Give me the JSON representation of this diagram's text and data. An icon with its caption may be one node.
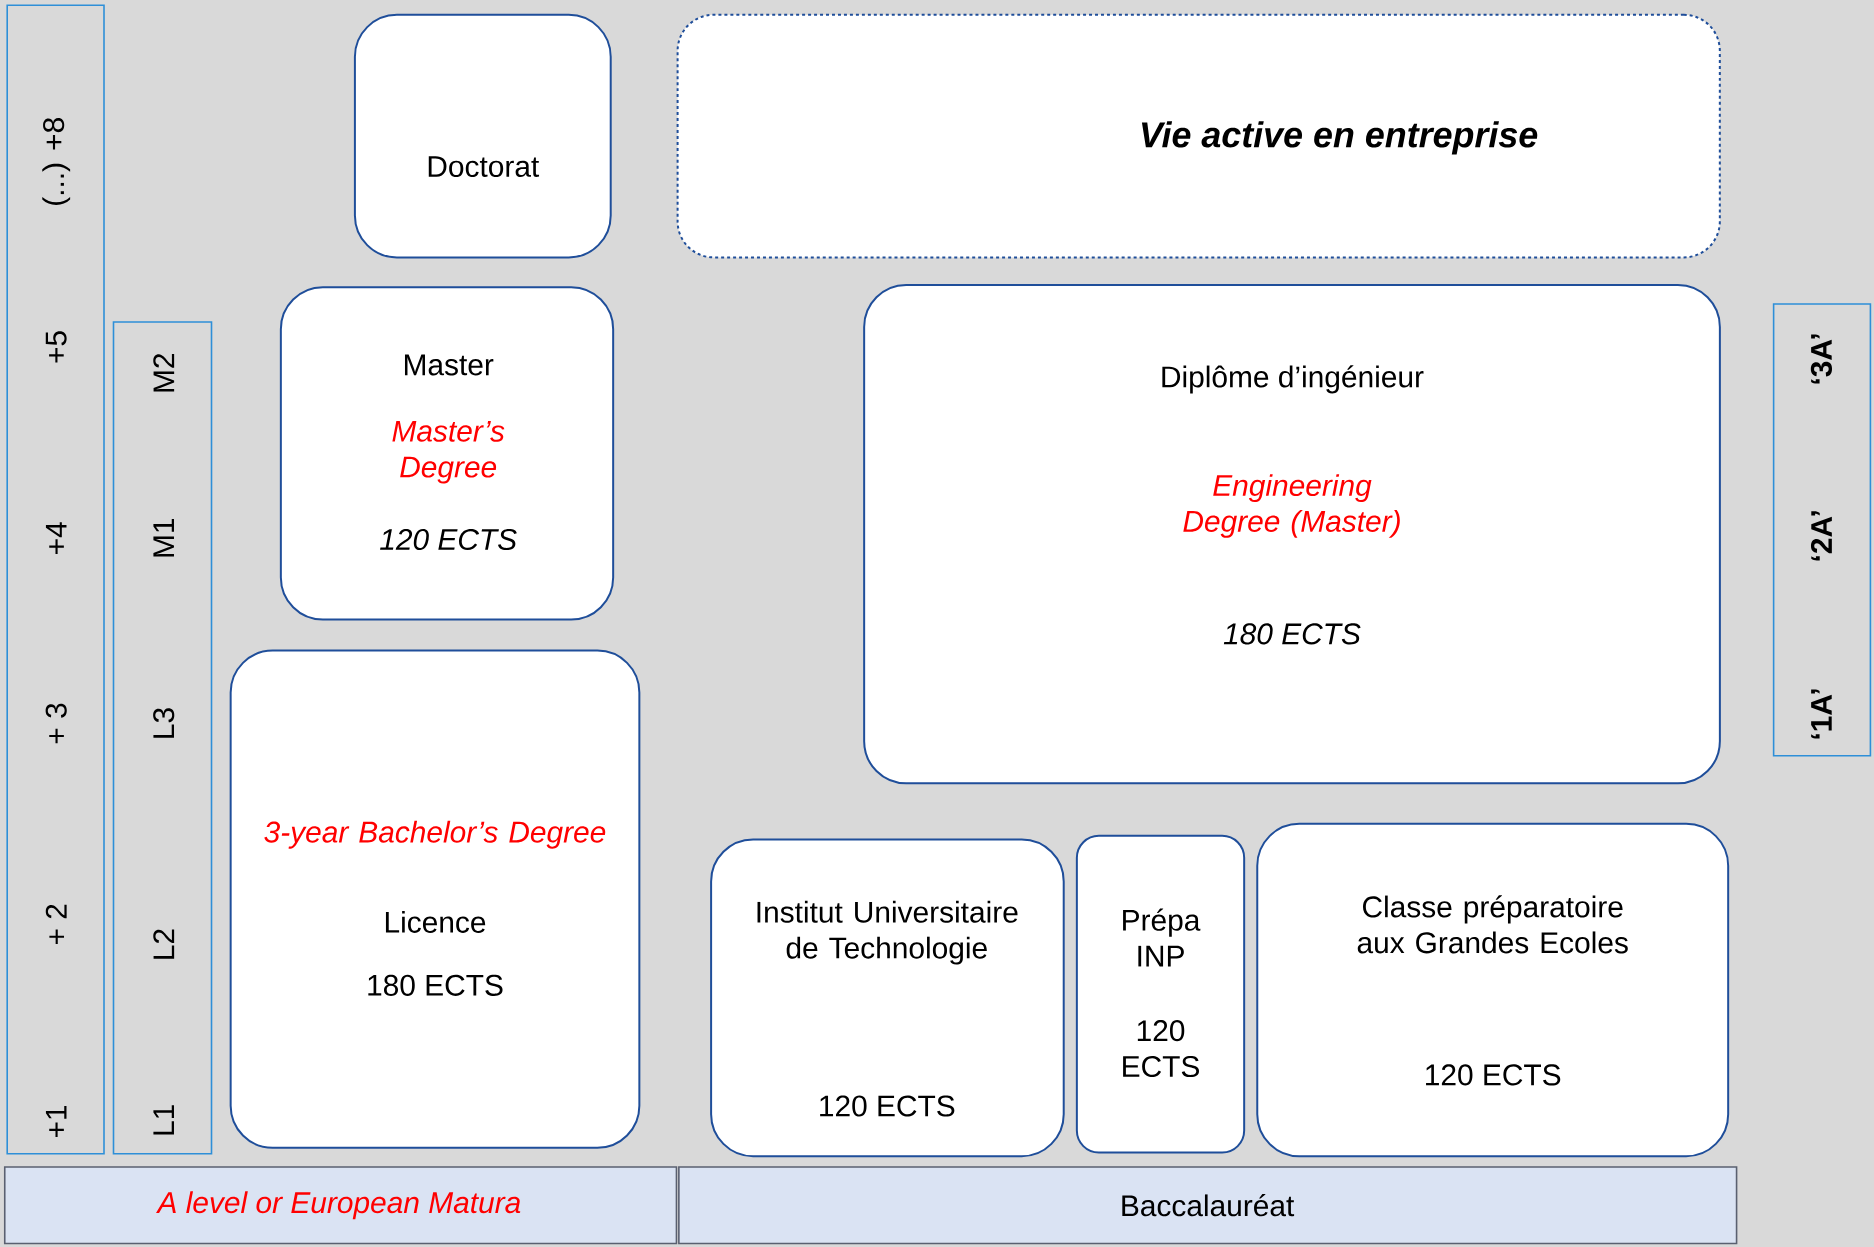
{
  "diagram": {
    "nodes": [
      {
        "text": [
          "+1",
          "+ 2",
          "+ 3",
          "+4",
          "+5",
          "(...) +8"
        ]
      },
      {
        "text": [
          "L1",
          "L2",
          "L3",
          "M1",
          "M2"
        ]
      },
      {
        "text": [
          "Doctorat"
        ]
      },
      {
        "text": [
          "Vie active en entreprise"
        ]
      },
      {
        "text": [
          "Master",
          "Master’s Degree",
          "120 ECTS"
        ]
      },
      {
        "text": [
          "Diplôme d’ingénieur",
          "Engineering Degree (Master)",
          "180 ECTS"
        ]
      },
      {
        "text": [
          "‘1A’",
          "‘2A’",
          "‘3A’"
        ]
      },
      {
        "text": [
          "3-year Bachelor’s Degree",
          "Licence",
          "180 ECTS"
        ]
      },
      {
        "text": [
          "Institut Universitaire de Technologie",
          "120 ECTS"
        ]
      },
      {
        "text": [
          "Prépa INP",
          "120 ECTS"
        ]
      },
      {
        "text": [
          "Classe préparatoire aux Grandes Ecoles",
          "120 ECTS"
        ]
      },
      {
        "text": [
          "A level or European Matura"
        ]
      },
      {
        "text": [
          "Baccalauréat"
        ]
      }
    ]
  }
}
